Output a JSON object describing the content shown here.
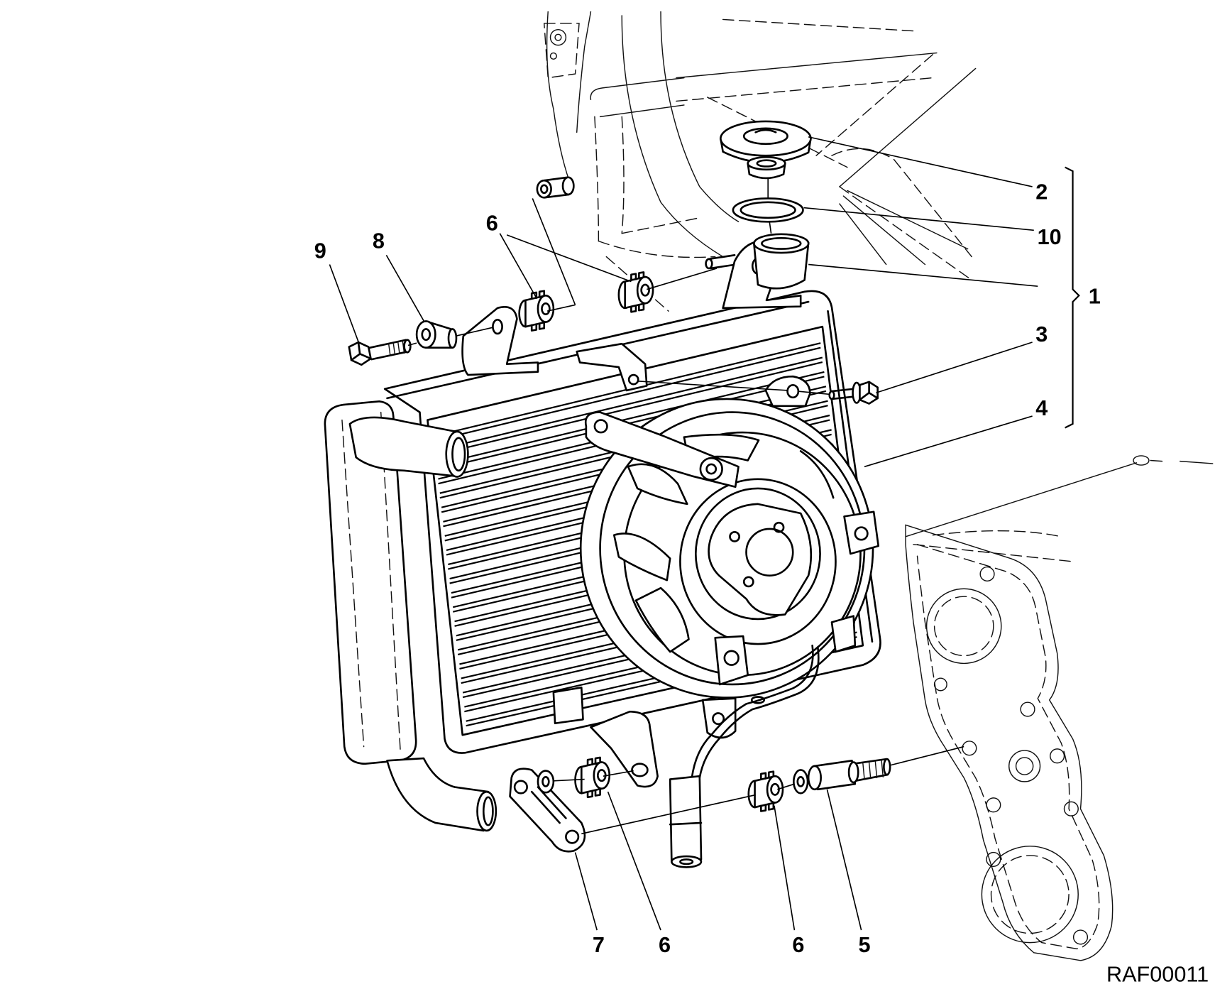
{
  "figure": {
    "code": "RAF00011"
  },
  "callouts": [
    {
      "label": "2"
    },
    {
      "label": "10"
    },
    {
      "label": "1"
    },
    {
      "label": "3"
    },
    {
      "label": "4"
    },
    {
      "label": "6"
    },
    {
      "label": "9"
    },
    {
      "label": "8"
    },
    {
      "label": "7"
    },
    {
      "label": "6"
    },
    {
      "label": "6"
    },
    {
      "label": "5"
    }
  ]
}
